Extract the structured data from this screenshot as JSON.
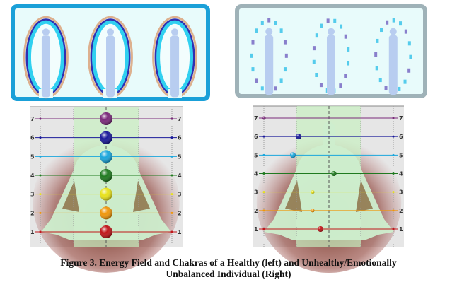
{
  "figure": {
    "caption_line1": "Figure 3. Energy Field and Chakras of a Healthy (left) and Unhealthy/Emotionally",
    "caption_line2": "Unbalanced Individual (Right)"
  },
  "chakra_levels": [
    "1",
    "2",
    "3",
    "4",
    "5",
    "6",
    "7"
  ],
  "chakra_colors": [
    "#c0161a",
    "#f0960a",
    "#e8e21a",
    "#1f7a1f",
    "#1aa6dc",
    "#1a1a9a",
    "#7a2a7a"
  ],
  "panels": {
    "healthy_aura_frame_color": "#1aa0d8",
    "unhealthy_aura_frame_color": "#9fb2b8"
  }
}
